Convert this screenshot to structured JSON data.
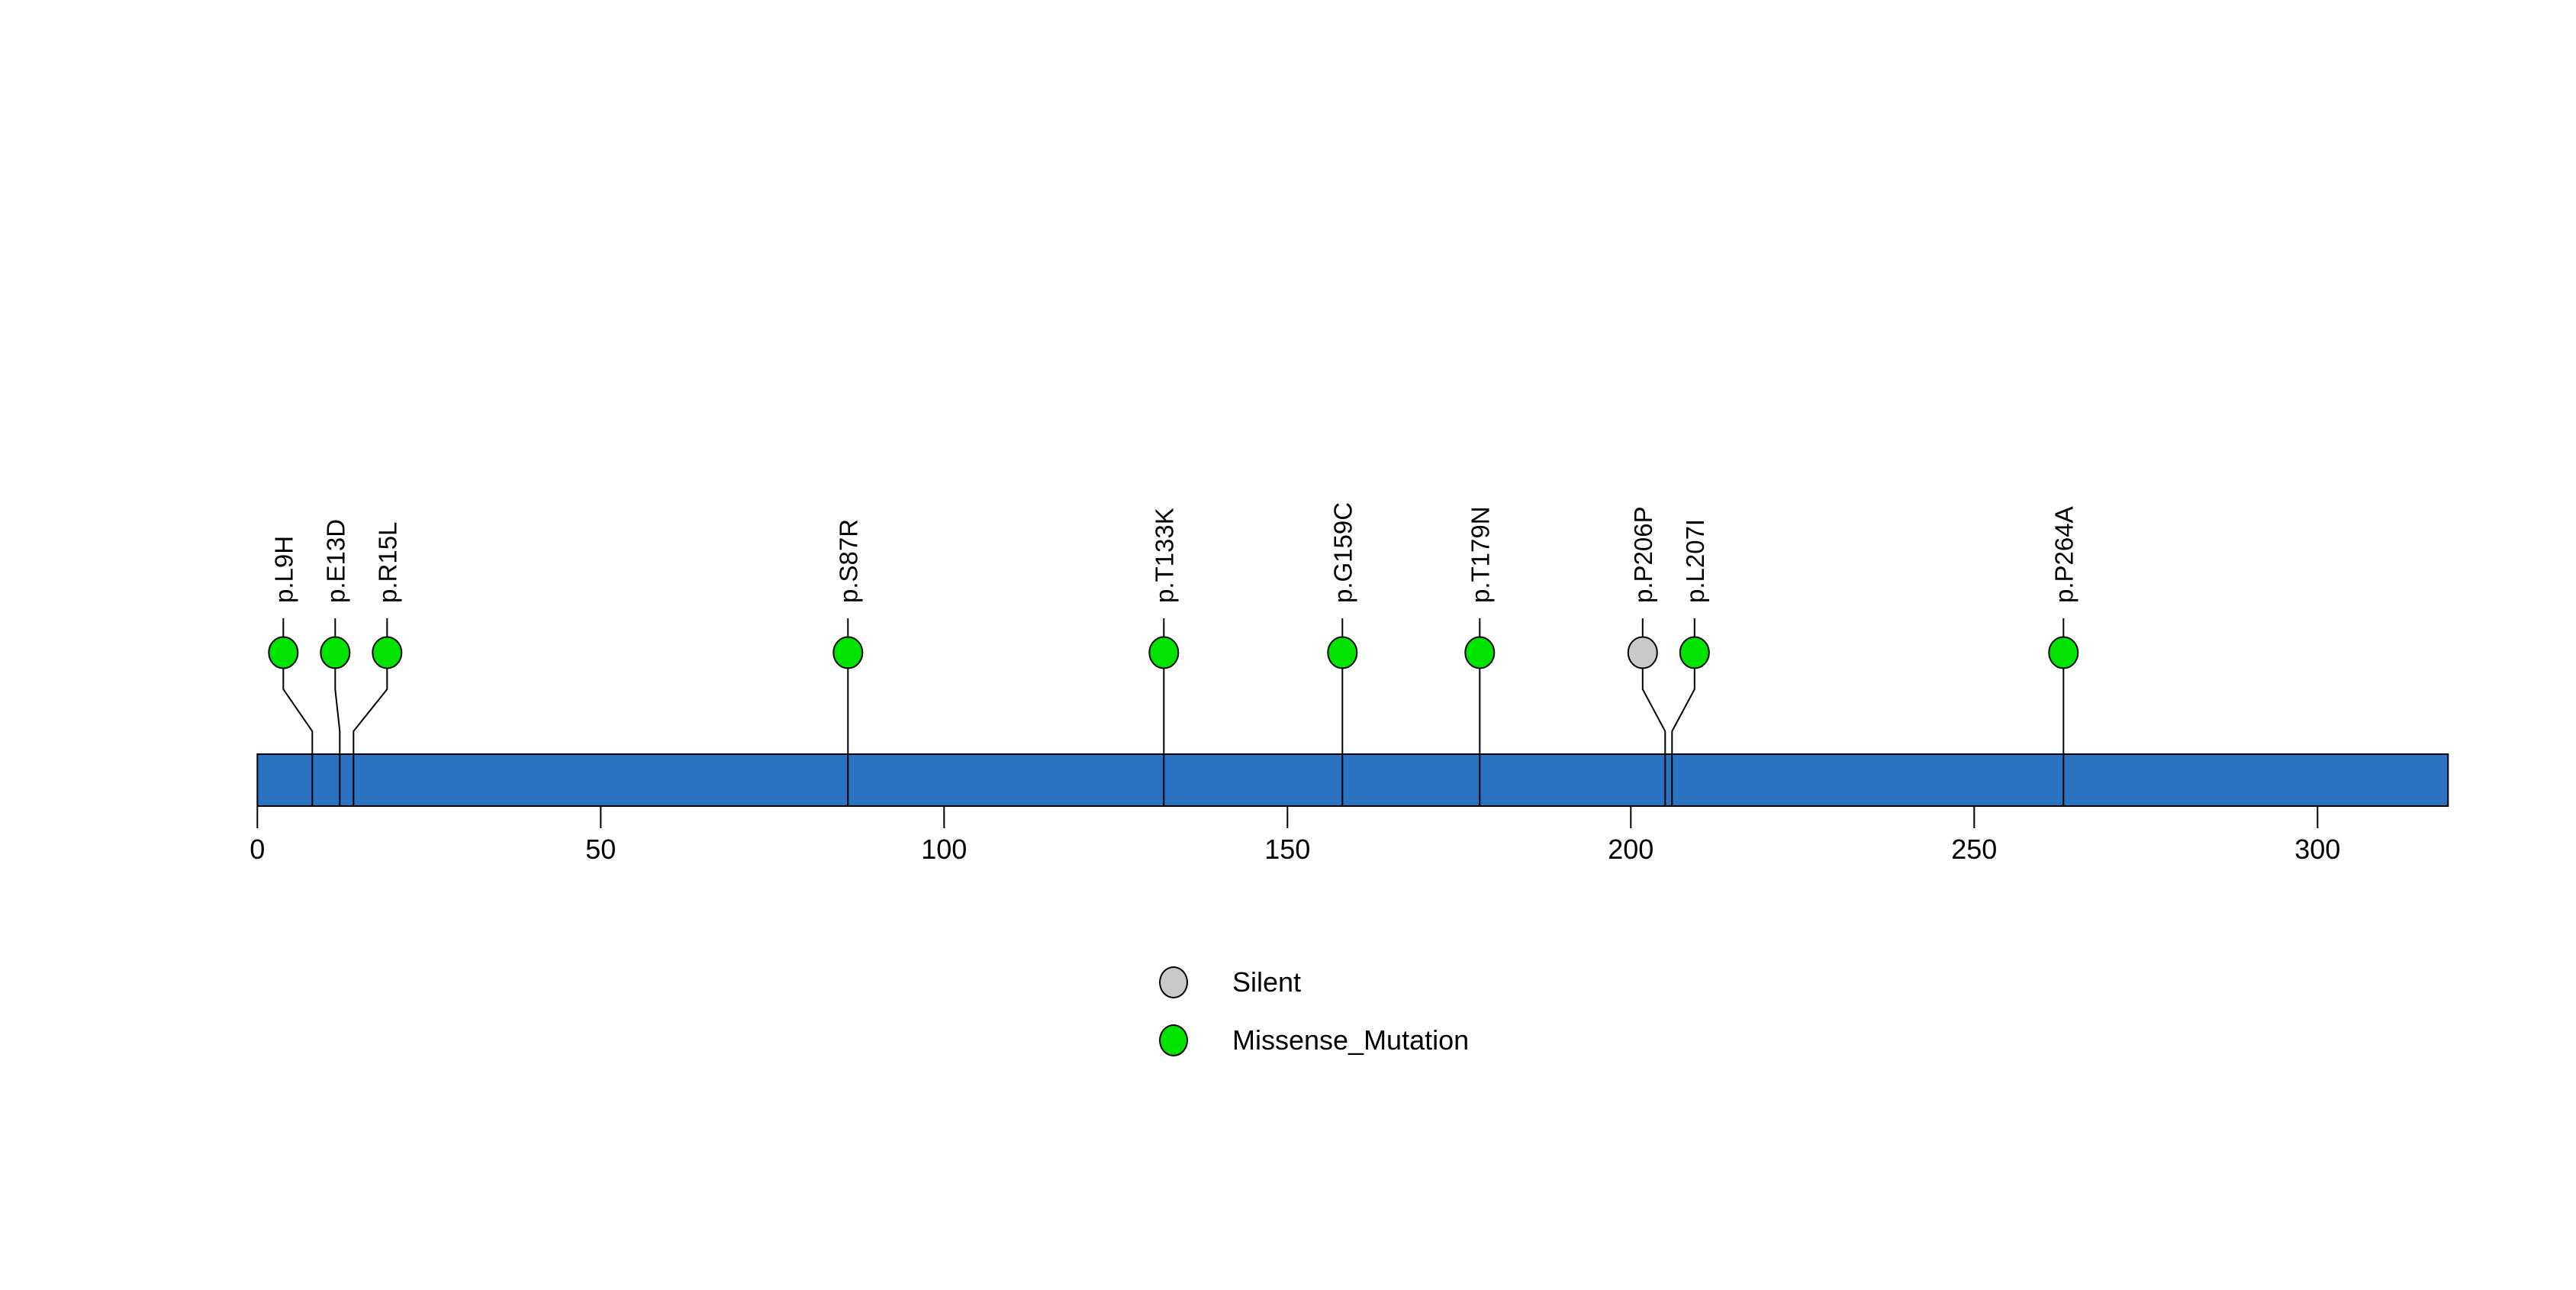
{
  "chart_data": {
    "type": "lollipop",
    "title": "",
    "protein_length": 319,
    "axis": {
      "min": 0,
      "max": 319,
      "ticks": [
        0,
        50,
        100,
        150,
        200,
        250,
        300
      ]
    },
    "mutations": [
      {
        "label": "p.L9H",
        "position": 9,
        "type": "Missense_Mutation"
      },
      {
        "label": "p.E13D",
        "position": 13,
        "type": "Missense_Mutation"
      },
      {
        "label": "p.R15L",
        "position": 15,
        "type": "Missense_Mutation"
      },
      {
        "label": "p.S87R",
        "position": 87,
        "type": "Missense_Mutation"
      },
      {
        "label": "p.T133K",
        "position": 133,
        "type": "Missense_Mutation"
      },
      {
        "label": "p.G159C",
        "position": 159,
        "type": "Missense_Mutation"
      },
      {
        "label": "p.T179N",
        "position": 179,
        "type": "Missense_Mutation"
      },
      {
        "label": "p.P206P",
        "position": 206,
        "type": "Silent"
      },
      {
        "label": "p.L207I",
        "position": 207,
        "type": "Missense_Mutation"
      },
      {
        "label": "p.P264A",
        "position": 264,
        "type": "Missense_Mutation"
      }
    ],
    "legend": [
      {
        "label": "Silent",
        "color": "#C9C9C9"
      },
      {
        "label": "Missense_Mutation",
        "color": "#00E200"
      }
    ],
    "colors": {
      "backbone": "#2B72C3",
      "missense": "#00E200",
      "silent": "#C9C9C9",
      "stroke": "#000000",
      "background": "#FFFFFF"
    }
  }
}
